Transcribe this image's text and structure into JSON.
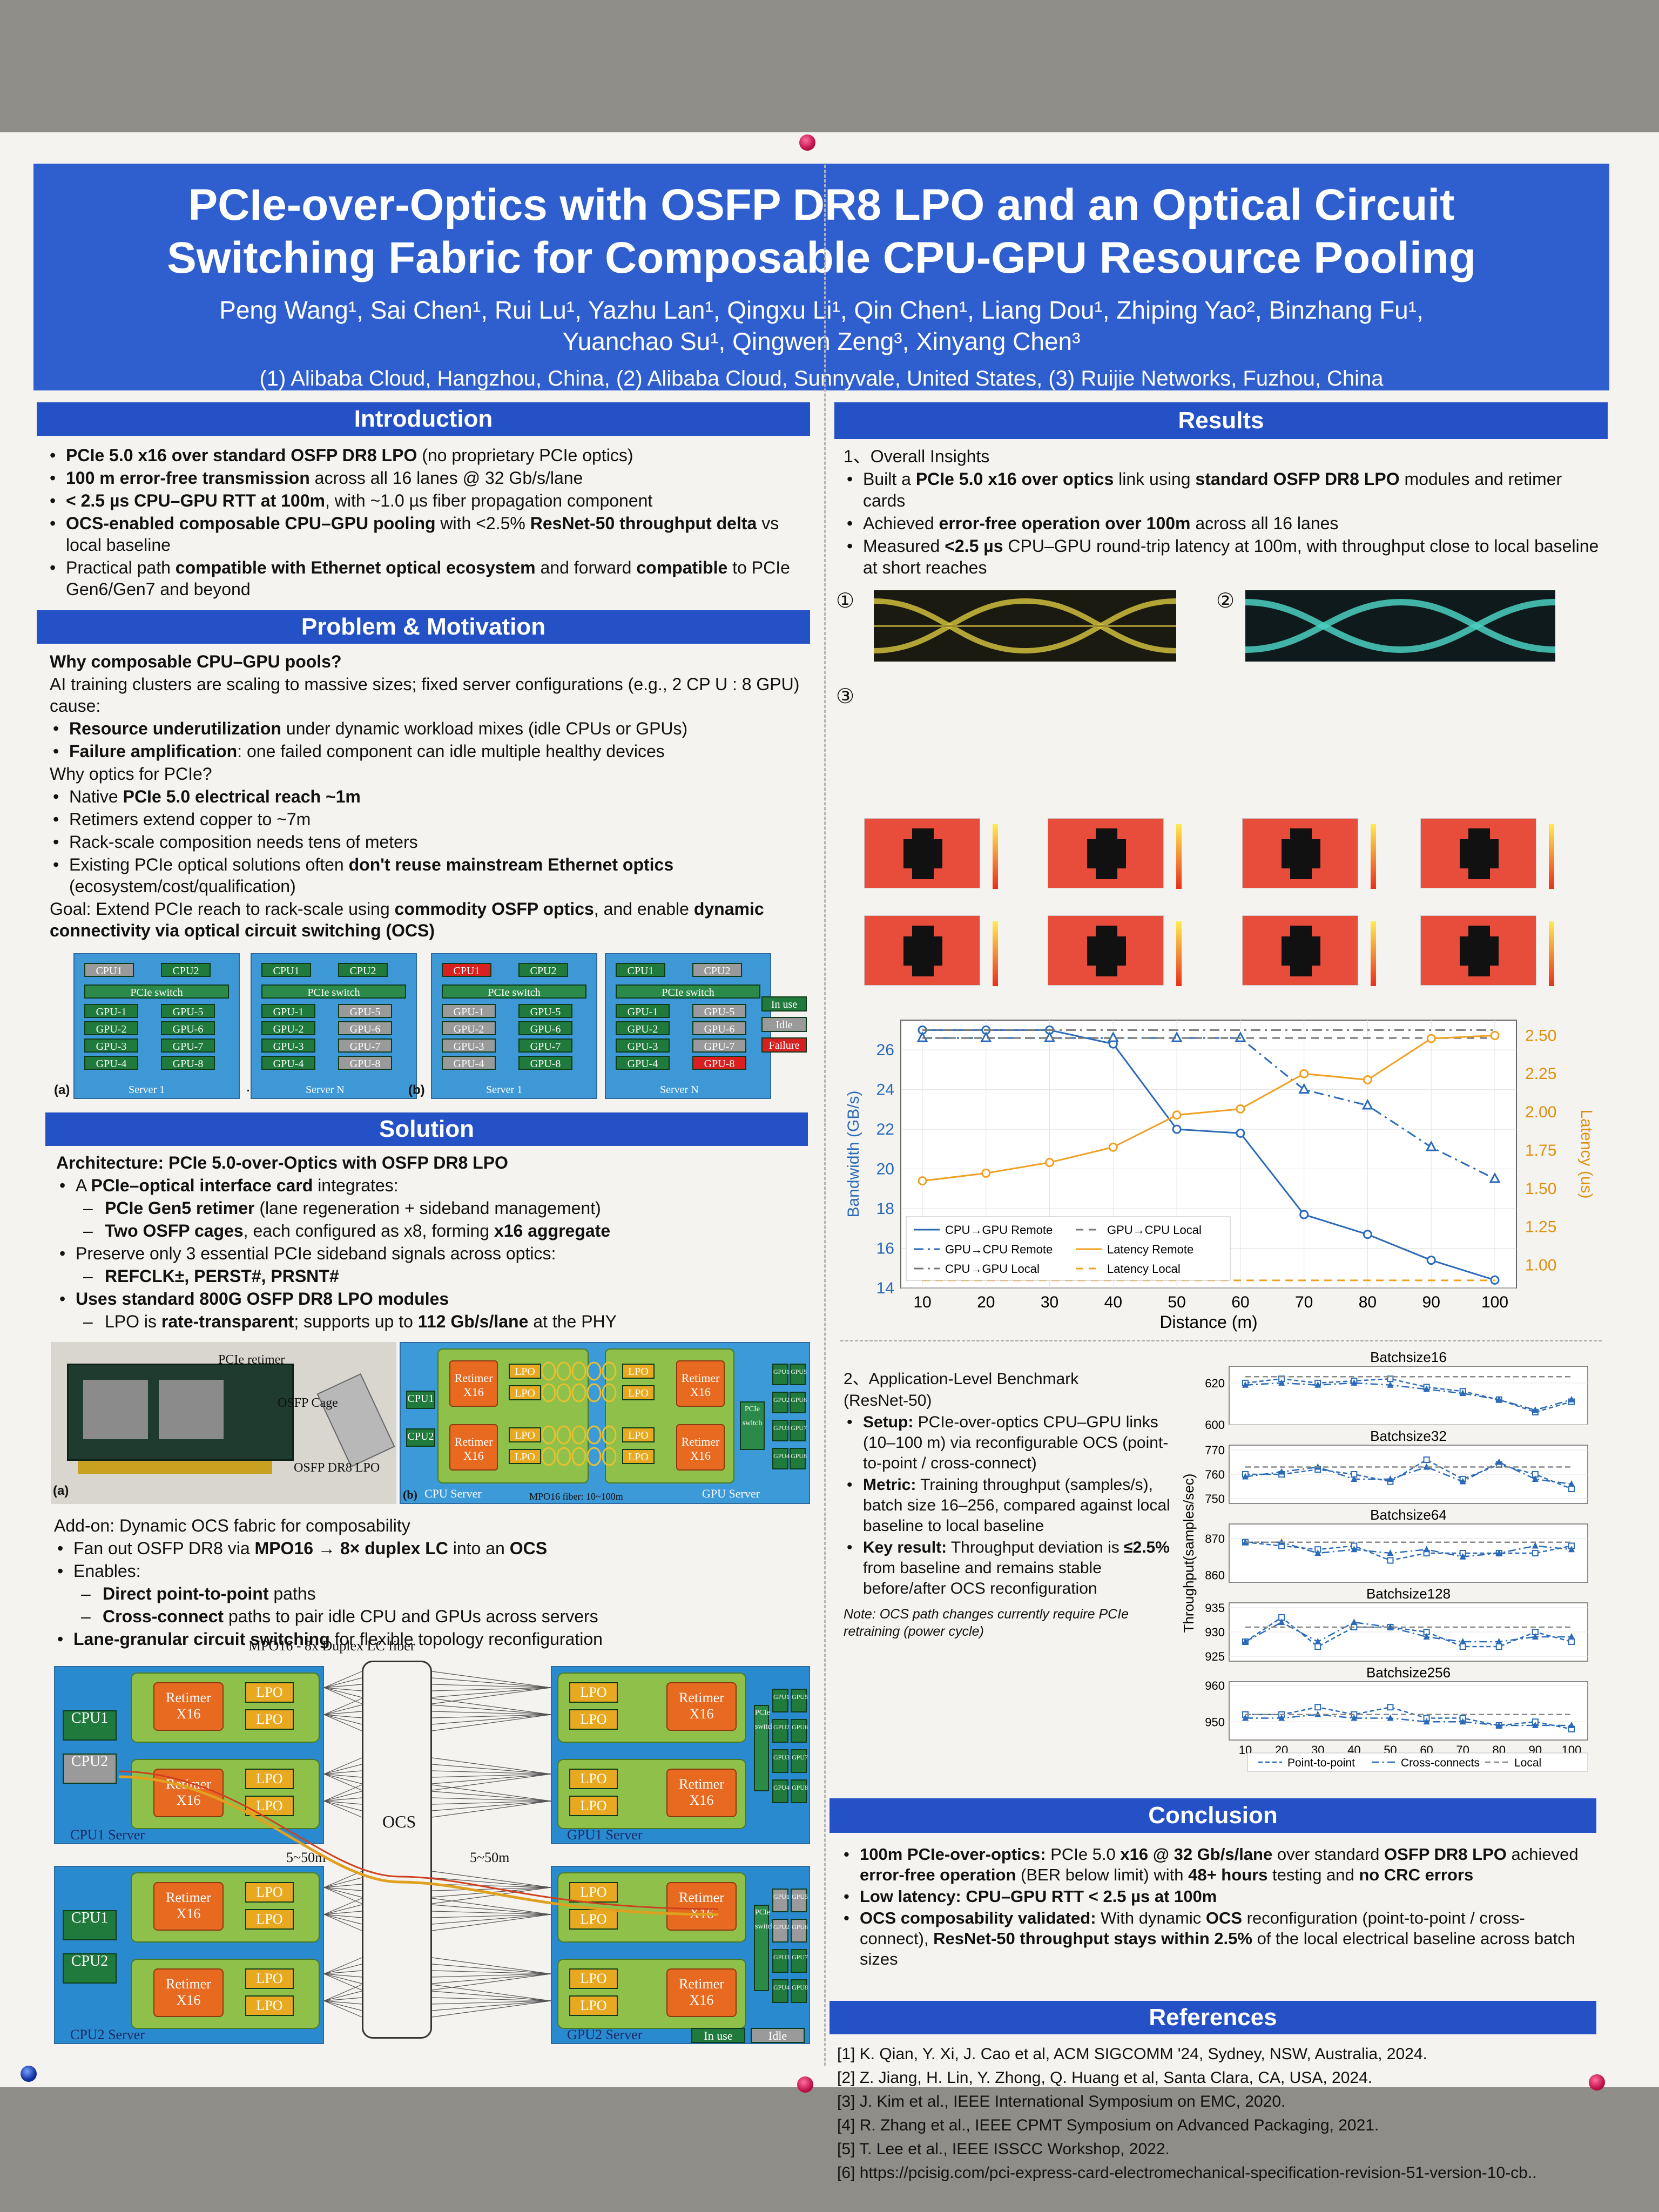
{
  "title": {
    "line1": "PCIe-over-Optics with OSFP DR8 LPO and an Optical Circuit",
    "line2": "Switching Fabric for Composable CPU-GPU Resource Pooling",
    "authors1": "Peng Wang¹, Sai Chen¹, Rui Lu¹, Yazhu Lan¹, Qingxu Li¹, Qin Chen¹, Liang Dou¹, Zhiping Yao², Binzhang Fu¹,",
    "authors2": "Yuanchao Su¹, Qingwen Zeng³, Xinyang Chen³",
    "affiliations": "(1) Alibaba Cloud, Hangzhou, China, (2) Alibaba Cloud, Sunnyvale, United States, (3) Ruijie Networks, Fuzhou, China"
  },
  "intro": {
    "heading": "Introduction",
    "b1a": "PCIe 5.0 x16 over standard OSFP DR8 LPO",
    "b1b": " (no proprietary PCIe optics)",
    "b2a": "100 m error-free transmission",
    "b2b": " across all 16 lanes @ 32 Gb/s/lane",
    "b3a": "< 2.5 µs CPU–GPU RTT at 100m",
    "b3b": ", with ~1.0 µs fiber propagation component",
    "b4a": "OCS-enabled composable CPU–GPU pooling",
    "b4b": " with <2.5% ",
    "b4c": "ResNet-50 throughput delta",
    "b4d": " vs local baseline",
    "b5a": "Practical path ",
    "b5b": "compatible with Ethernet optical ecosystem",
    "b5c": " and forward ",
    "b5d": "compatible",
    "b5e": " to PCIe Gen6/Gen7 and beyond"
  },
  "problem": {
    "heading": "Problem & Motivation",
    "q1": "Why composable CPU–GPU pools?",
    "p1": "AI training clusters are scaling to massive sizes; fixed server configurations (e.g., 2 CP U : 8 GPU) cause:",
    "b1a": "Resource underutilization",
    "b1b": " under dynamic workload mixes (idle CPUs or GPUs)",
    "b2a": "Failure amplification",
    "b2b": ": one failed component can idle multiple healthy devices",
    "q2": "Why optics for PCIe?",
    "b3a": "Native ",
    "b3b": "PCIe 5.0 electrical reach ~1m",
    "b4": "Retimers extend copper to ~7m",
    "b5": "Rack-scale composition needs tens of meters",
    "b6a": "Existing PCIe optical solutions often ",
    "b6b": "don't reuse mainstream Ethernet optics",
    "b6c": " (ecosystem/cost/qualification)",
    "goal1": "Goal: Extend PCIe reach to rack-scale using ",
    "goal2": "commodity OSFP optics",
    "goal3": ", and enable ",
    "goal4": "dynamic connectivity via optical circuit switching (OCS)"
  },
  "fig1": {
    "cpu1": "CPU1",
    "cpu2": "CPU2",
    "switch": "PCIe switch",
    "gpus": [
      "GPU-1",
      "GPU-2",
      "GPU-3",
      "GPU-4",
      "GPU-5",
      "GPU-6",
      "GPU-7",
      "GPU-8"
    ],
    "server1": "Server 1",
    "serverN": "Server N",
    "dots": "…",
    "label_a": "(a)",
    "label_b": "(b)",
    "legend_inuse": "In use",
    "legend_idle": "Idle",
    "legend_failure": "Failure"
  },
  "solution": {
    "heading": "Solution",
    "arch": "Architecture: PCIe 5.0-over-Optics with OSFP DR8 LPO",
    "b1a": "A ",
    "b1b": "PCIe–optical interface card",
    "b1c": " integrates:",
    "s1a": "PCIe Gen5 retimer",
    "s1b": " (lane regeneration + sideband management)",
    "s2a": "Two OSFP cages",
    "s2b": ", each configured as x8, forming ",
    "s2c": "x16 aggregate",
    "b2": "Preserve only 3 essential PCIe sideband signals across optics:",
    "s3": "REFCLK±, PERST#, PRSNT#",
    "b3": "Uses standard 800G OSFP DR8 LPO modules",
    "s4a": "LPO is ",
    "s4b": "rate-transparent",
    "s4c": "; supports up to ",
    "s4d": "112 Gb/s/lane",
    "s4e": " at the PHY"
  },
  "fig2": {
    "pcie_retimer": "PCIe retimer",
    "osfp_cage": "OSFP Cage",
    "osfp_lpo": "OSFP DR8 LPO",
    "label_a": "(a)",
    "label_b": "(b)",
    "retimer": "Retimer",
    "x16": "X16",
    "lpo": "LPO",
    "cpu1": "CPU1",
    "cpu2": "CPU2",
    "pcie_switch": "PCIe switch",
    "gpus": [
      "GPU1",
      "GPU2",
      "GPU3",
      "GPU4",
      "GPU5",
      "GPU6",
      "GPU7",
      "GPU8"
    ],
    "cpu_server": "CPU Server",
    "gpu_server": "GPU Server",
    "fiber": "MPO16 fiber: 10~100m"
  },
  "addon": {
    "title": "Add-on: Dynamic OCS fabric for composability",
    "b1a": "Fan out OSFP DR8 via ",
    "b1b": "MPO16 → 8× duplex LC",
    "b1c": " into an ",
    "b1d": "OCS",
    "b2": "Enables:",
    "s1a": "Direct point-to-point",
    "s1b": " paths",
    "s2a": "Cross-connect",
    "s2b": " paths to pair idle CPU and GPUs across servers",
    "b3a": "Lane-granular circuit switching",
    "b3b": " for flexible topology reconfiguration"
  },
  "fig3": {
    "mpo": "MPO16 - 8x Duplex LC fiber",
    "ocs": "OCS",
    "dist": "5~50m",
    "cpu1_server": "CPU1 Server",
    "cpu2_server": "CPU2 Server",
    "gpu1_server": "GPU1 Server",
    "gpu2_server": "GPU2 Server",
    "in_use": "In use",
    "idle": "Idle"
  },
  "results": {
    "heading": "Results",
    "insights": "1、Overall Insights",
    "b1a": "Built a ",
    "b1b": "PCIe 5.0 x16 over optics",
    "b1c": " link using ",
    "b1d": "standard OSFP DR8 LPO",
    "b1e": " modules and retimer cards",
    "b2a": "Achieved ",
    "b2b": "error-free operation over 100m",
    "b2c": " across all 16 lanes",
    "b3a": "Measured ",
    "b3b": "<2.5 µs",
    "b3c": " CPU–GPU round-trip latency at 100m, with throughput close to local baseline at short reaches",
    "m1": "①",
    "m2": "②",
    "m3": "③"
  },
  "chart_data": [
    {
      "type": "line",
      "x": [
        10,
        20,
        30,
        40,
        50,
        60,
        70,
        80,
        90,
        100
      ],
      "xlabel": "Distance (m)",
      "ylabel": "Bandwidth (GB/s)",
      "y2label": "Latency (us)",
      "ylim": [
        14,
        27.5
      ],
      "y2lim": [
        0.85,
        2.6
      ],
      "yticks": [
        14,
        16,
        18,
        20,
        22,
        24,
        26
      ],
      "y2ticks": [
        "1.00",
        "1.25",
        "1.50",
        "1.75",
        "2.00",
        "2.25",
        "2.50"
      ],
      "series": [
        {
          "name": "CPU→GPU Remote",
          "axis": "left",
          "values": [
            27.0,
            27.0,
            27.0,
            26.3,
            22.0,
            21.8,
            17.7,
            16.7,
            15.4,
            14.4
          ]
        },
        {
          "name": "GPU→CPU Remote",
          "axis": "left",
          "values": [
            26.6,
            26.6,
            26.6,
            26.6,
            26.6,
            26.6,
            24.0,
            23.2,
            21.1,
            19.5
          ]
        },
        {
          "name": "CPU→GPU Local",
          "axis": "left",
          "values": [
            27.0,
            27.0,
            27.0,
            27.0,
            27.0,
            27.0,
            27.0,
            27.0,
            27.0,
            27.0
          ]
        },
        {
          "name": "GPU→CPU Local",
          "axis": "left",
          "values": [
            26.6,
            26.6,
            26.6,
            26.6,
            26.6,
            26.6,
            26.6,
            26.6,
            26.6,
            26.6
          ]
        },
        {
          "name": "Latency Remote",
          "axis": "right",
          "values": [
            1.55,
            1.6,
            1.67,
            1.77,
            1.98,
            2.02,
            2.25,
            2.21,
            2.48,
            2.5
          ]
        },
        {
          "name": "Latency Local",
          "axis": "right",
          "values": [
            0.9,
            0.9,
            0.9,
            0.9,
            0.9,
            0.9,
            0.9,
            0.9,
            0.9,
            0.9
          ]
        }
      ],
      "legend": "bottom-left",
      "grid": true
    },
    {
      "type": "line",
      "x": [
        10,
        20,
        30,
        40,
        50,
        60,
        70,
        80,
        90,
        100
      ],
      "ylabel": "Throughput(samples/sec)",
      "legend_labels": [
        "Point-to-point",
        "Cross-connects",
        "Local"
      ],
      "panels": [
        {
          "title": "Batchsize16",
          "ylim": [
            600,
            628
          ],
          "yticks": [
            600,
            620
          ],
          "series": [
            {
              "name": "Point-to-point",
              "values": [
                620,
                622,
                620,
                621,
                622,
                618,
                616,
                612,
                606,
                611
              ]
            },
            {
              "name": "Cross-connects",
              "values": [
                619,
                620,
                619,
                620,
                619,
                617,
                615,
                612,
                607,
                612
              ]
            },
            {
              "name": "Local",
              "values": [
                623,
                623,
                623,
                623,
                623,
                623,
                623,
                623,
                623,
                623
              ]
            }
          ]
        },
        {
          "title": "Batchsize32",
          "ylim": [
            748,
            772
          ],
          "yticks": [
            750,
            760,
            770
          ],
          "series": [
            {
              "name": "Point-to-point",
              "values": [
                760,
                760,
                762,
                760,
                757,
                766,
                758,
                764,
                760,
                754
              ]
            },
            {
              "name": "Cross-connects",
              "values": [
                759,
                761,
                763,
                758,
                758,
                763,
                757,
                765,
                758,
                756
              ]
            },
            {
              "name": "Local",
              "values": [
                763,
                763,
                763,
                763,
                763,
                763,
                763,
                763,
                763,
                763
              ]
            }
          ]
        },
        {
          "title": "Batchsize64",
          "ylim": [
            858,
            874
          ],
          "yticks": [
            860,
            870
          ],
          "series": [
            {
              "name": "Point-to-point",
              "values": [
                869,
                868,
                867,
                868,
                864,
                866,
                866,
                866,
                866,
                868
              ]
            },
            {
              "name": "Cross-connects",
              "values": [
                869,
                869,
                866,
                867,
                866,
                867,
                865,
                866,
                868,
                867
              ]
            },
            {
              "name": "Local",
              "values": [
                869,
                869,
                869,
                869,
                869,
                869,
                869,
                869,
                869,
                869
              ]
            }
          ]
        },
        {
          "title": "Batchsize128",
          "ylim": [
            924,
            936
          ],
          "yticks": [
            925,
            930,
            935
          ],
          "series": [
            {
              "name": "Point-to-point",
              "values": [
                928,
                933,
                927,
                931,
                931,
                930,
                927,
                927,
                930,
                928
              ]
            },
            {
              "name": "Cross-connects",
              "values": [
                928,
                932,
                928,
                932,
                931,
                929,
                928,
                928,
                929,
                929
              ]
            },
            {
              "name": "Local",
              "values": [
                931,
                931,
                931,
                931,
                931,
                931,
                931,
                931,
                931,
                931
              ]
            }
          ]
        },
        {
          "title": "Batchsize256",
          "ylim": [
            945,
            961
          ],
          "yticks": [
            950,
            960
          ],
          "series": [
            {
              "name": "Point-to-point",
              "values": [
                952,
                952,
                954,
                952,
                954,
                951,
                951,
                949,
                950,
                948
              ]
            },
            {
              "name": "Cross-connects",
              "values": [
                951,
                951,
                952,
                951,
                951,
                950,
                950,
                949,
                949,
                949
              ]
            },
            {
              "name": "Local",
              "values": [
                952,
                952,
                952,
                952,
                952,
                952,
                952,
                952,
                952,
                952
              ]
            }
          ]
        }
      ]
    }
  ],
  "bench": {
    "title1": "2、Application-Level Benchmark",
    "title2": "(ResNet-50)",
    "b1a": "Setup:",
    "b1b": " PCIe-over-optics CPU–GPU links (10–100 m) via reconfigurable OCS (point-to-point / cross-connect)",
    "b2a": "Metric:",
    "b2b": " Training throughput (samples/s), batch size 16–256, compared against local baseline to local baseline",
    "b3a": "Key result:",
    "b3b": " Throughput deviation is ",
    "b3c": "≤2.5%",
    "b3d": " from baseline and remains stable before/after OCS reconfiguration",
    "note": "Note: OCS path changes currently require PCIe retraining (power cycle)"
  },
  "conclusion": {
    "heading": "Conclusion",
    "b1a": "100m PCIe-over-optics:",
    "b1b": " PCIe 5.0 ",
    "b1c": "x16 @ 32 Gb/s/lane",
    "b1d": " over standard ",
    "b1e": "OSFP DR8 LPO",
    "b1f": " achieved ",
    "b1g": "error-free operation",
    "b1h": " (BER below limit) with ",
    "b1i": "48+ hours",
    "b1j": " testing and ",
    "b1k": "no CRC errors",
    "b2a": "Low latency: CPU–GPU RTT < 2.5 µs at 100m",
    "b3a": "OCS composability validated:",
    "b3b": " With dynamic ",
    "b3c": "OCS",
    "b3d": " reconfiguration (point-to-point / cross-connect), ",
    "b3e": "ResNet-50 throughput stays within 2.5%",
    "b3f": " of the local electrical baseline across batch sizes"
  },
  "references": {
    "heading": "References",
    "items": [
      "[1] K. Qian, Y. Xi, J. Cao et al, ACM SIGCOMM '24, Sydney, NSW, Australia, 2024.",
      "[2] Z. Jiang, H. Lin, Y. Zhong, Q. Huang et al, Santa Clara, CA, USA, 2024.",
      "[3] J. Kim et al., IEEE International Symposium on EMC, 2020.",
      "[4] R. Zhang et al., IEEE CPMT Symposium on Advanced Packaging, 2021.",
      "[5] T. Lee et al., IEEE ISSCC Workshop, 2022.",
      "[6] https://pcisig.com/pci-express-card-electromechanical-specification-revision-51-version-10-cb.."
    ]
  },
  "colors": {
    "header_blue": "#2f5fce",
    "section_blue": "#2452c6",
    "cpu_green": "#1f7a3c",
    "idle_gray": "#9a9a9a",
    "failure_red": "#d82020",
    "series_blue": "#2a6ab8",
    "series_orange": "#f0a020"
  }
}
